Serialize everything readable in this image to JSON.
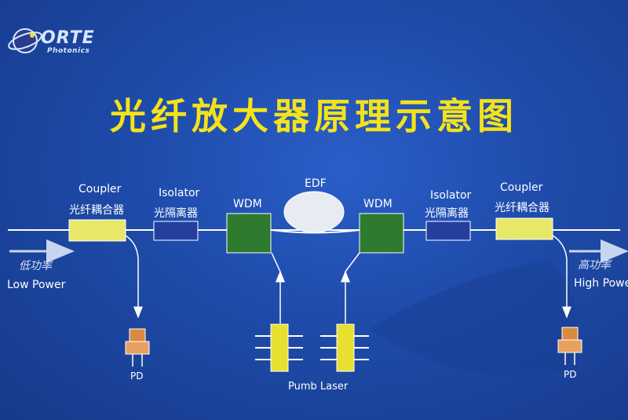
{
  "logo": {
    "text": "ORTE",
    "subtext": "Photonics"
  },
  "title": "光纤放大器原理示意图",
  "components": {
    "coupler_left": {
      "en": "Coupler",
      "zh": "光纤耦合器"
    },
    "isolator_left": {
      "en": "Isolator",
      "zh": "光隔离器"
    },
    "wdm_left": "WDM",
    "edf": "EDF",
    "wdm_right": "WDM",
    "isolator_right": {
      "en": "Isolator",
      "zh": "光隔离器"
    },
    "coupler_right": {
      "en": "Coupler",
      "zh": "光纤耦合器"
    }
  },
  "input": {
    "zh": "低功率",
    "en": "Low Power"
  },
  "output": {
    "zh": "高功率",
    "en": "High Power"
  },
  "pd_left": "PD",
  "pd_right": "PD",
  "pump": "Pumb Laser",
  "colors": {
    "title": "#f4e21a",
    "coupler": "#e8e868",
    "isolator": "#243f9c",
    "wdm": "#2e7a2e",
    "edf": "#e8ecf2",
    "pd_body": "#d98a3c",
    "pump": "#e8e030"
  }
}
